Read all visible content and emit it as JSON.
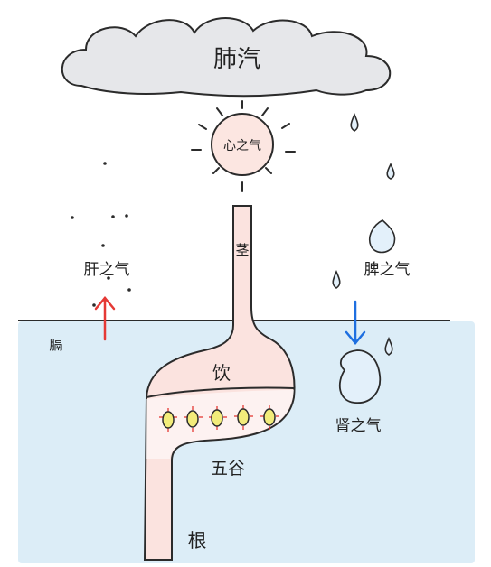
{
  "labels": {
    "lung": "肺汽",
    "heart": "心之气",
    "liver": "肝之气",
    "spleen": "脾之气",
    "kidney": "肾之气",
    "stem": "茎",
    "diaphragm": "膈",
    "drink": "饮",
    "grains": "五谷",
    "root": "根"
  },
  "arrows": {
    "liver": {
      "direction": "up",
      "color": "#e53935"
    },
    "spleen": {
      "direction": "down",
      "color": "#1e6fe0"
    }
  },
  "colors": {
    "cloud": "#e6e7ea",
    "ground": "#dcedf7",
    "plant": "#fbe3df",
    "sun": "#fce6e1",
    "seed": "#f2ec7a",
    "droplet": "#e3f0fa",
    "stroke": "#2b2b2b"
  }
}
